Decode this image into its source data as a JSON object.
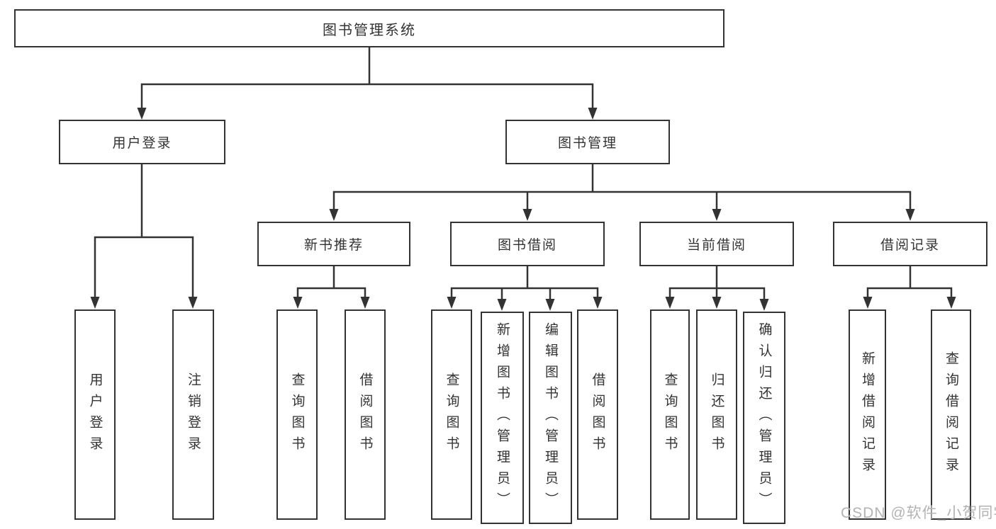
{
  "nodes": {
    "root": "图书管理系统",
    "user_login": "用户登录",
    "book_mgmt": "图书管理",
    "new_book_rec": "新书推荐",
    "book_borrow": "图书借阅",
    "current_borrow": "当前借阅",
    "borrow_record": "借阅记录",
    "leaf_user_login": "用户登录",
    "leaf_logout": "注销登录",
    "nb_query": "查询图书",
    "nb_borrow": "借阅图书",
    "bb_query": "查询图书",
    "bb_add": "新增图书（管理员）",
    "bb_edit": "编辑图书（管理员）",
    "bb_borrow": "借阅图书",
    "cb_query": "查询图书",
    "cb_return": "归还图书",
    "cb_confirm": "确认归还（管理员）",
    "br_add": "新增借阅记录",
    "br_query": "查询借阅记录"
  },
  "colors": {
    "line": "#333333",
    "text": "#333333",
    "watermark": "#b3b3b3",
    "background": "#ffffff"
  },
  "watermark": "CSDN @软件_小贺同学"
}
